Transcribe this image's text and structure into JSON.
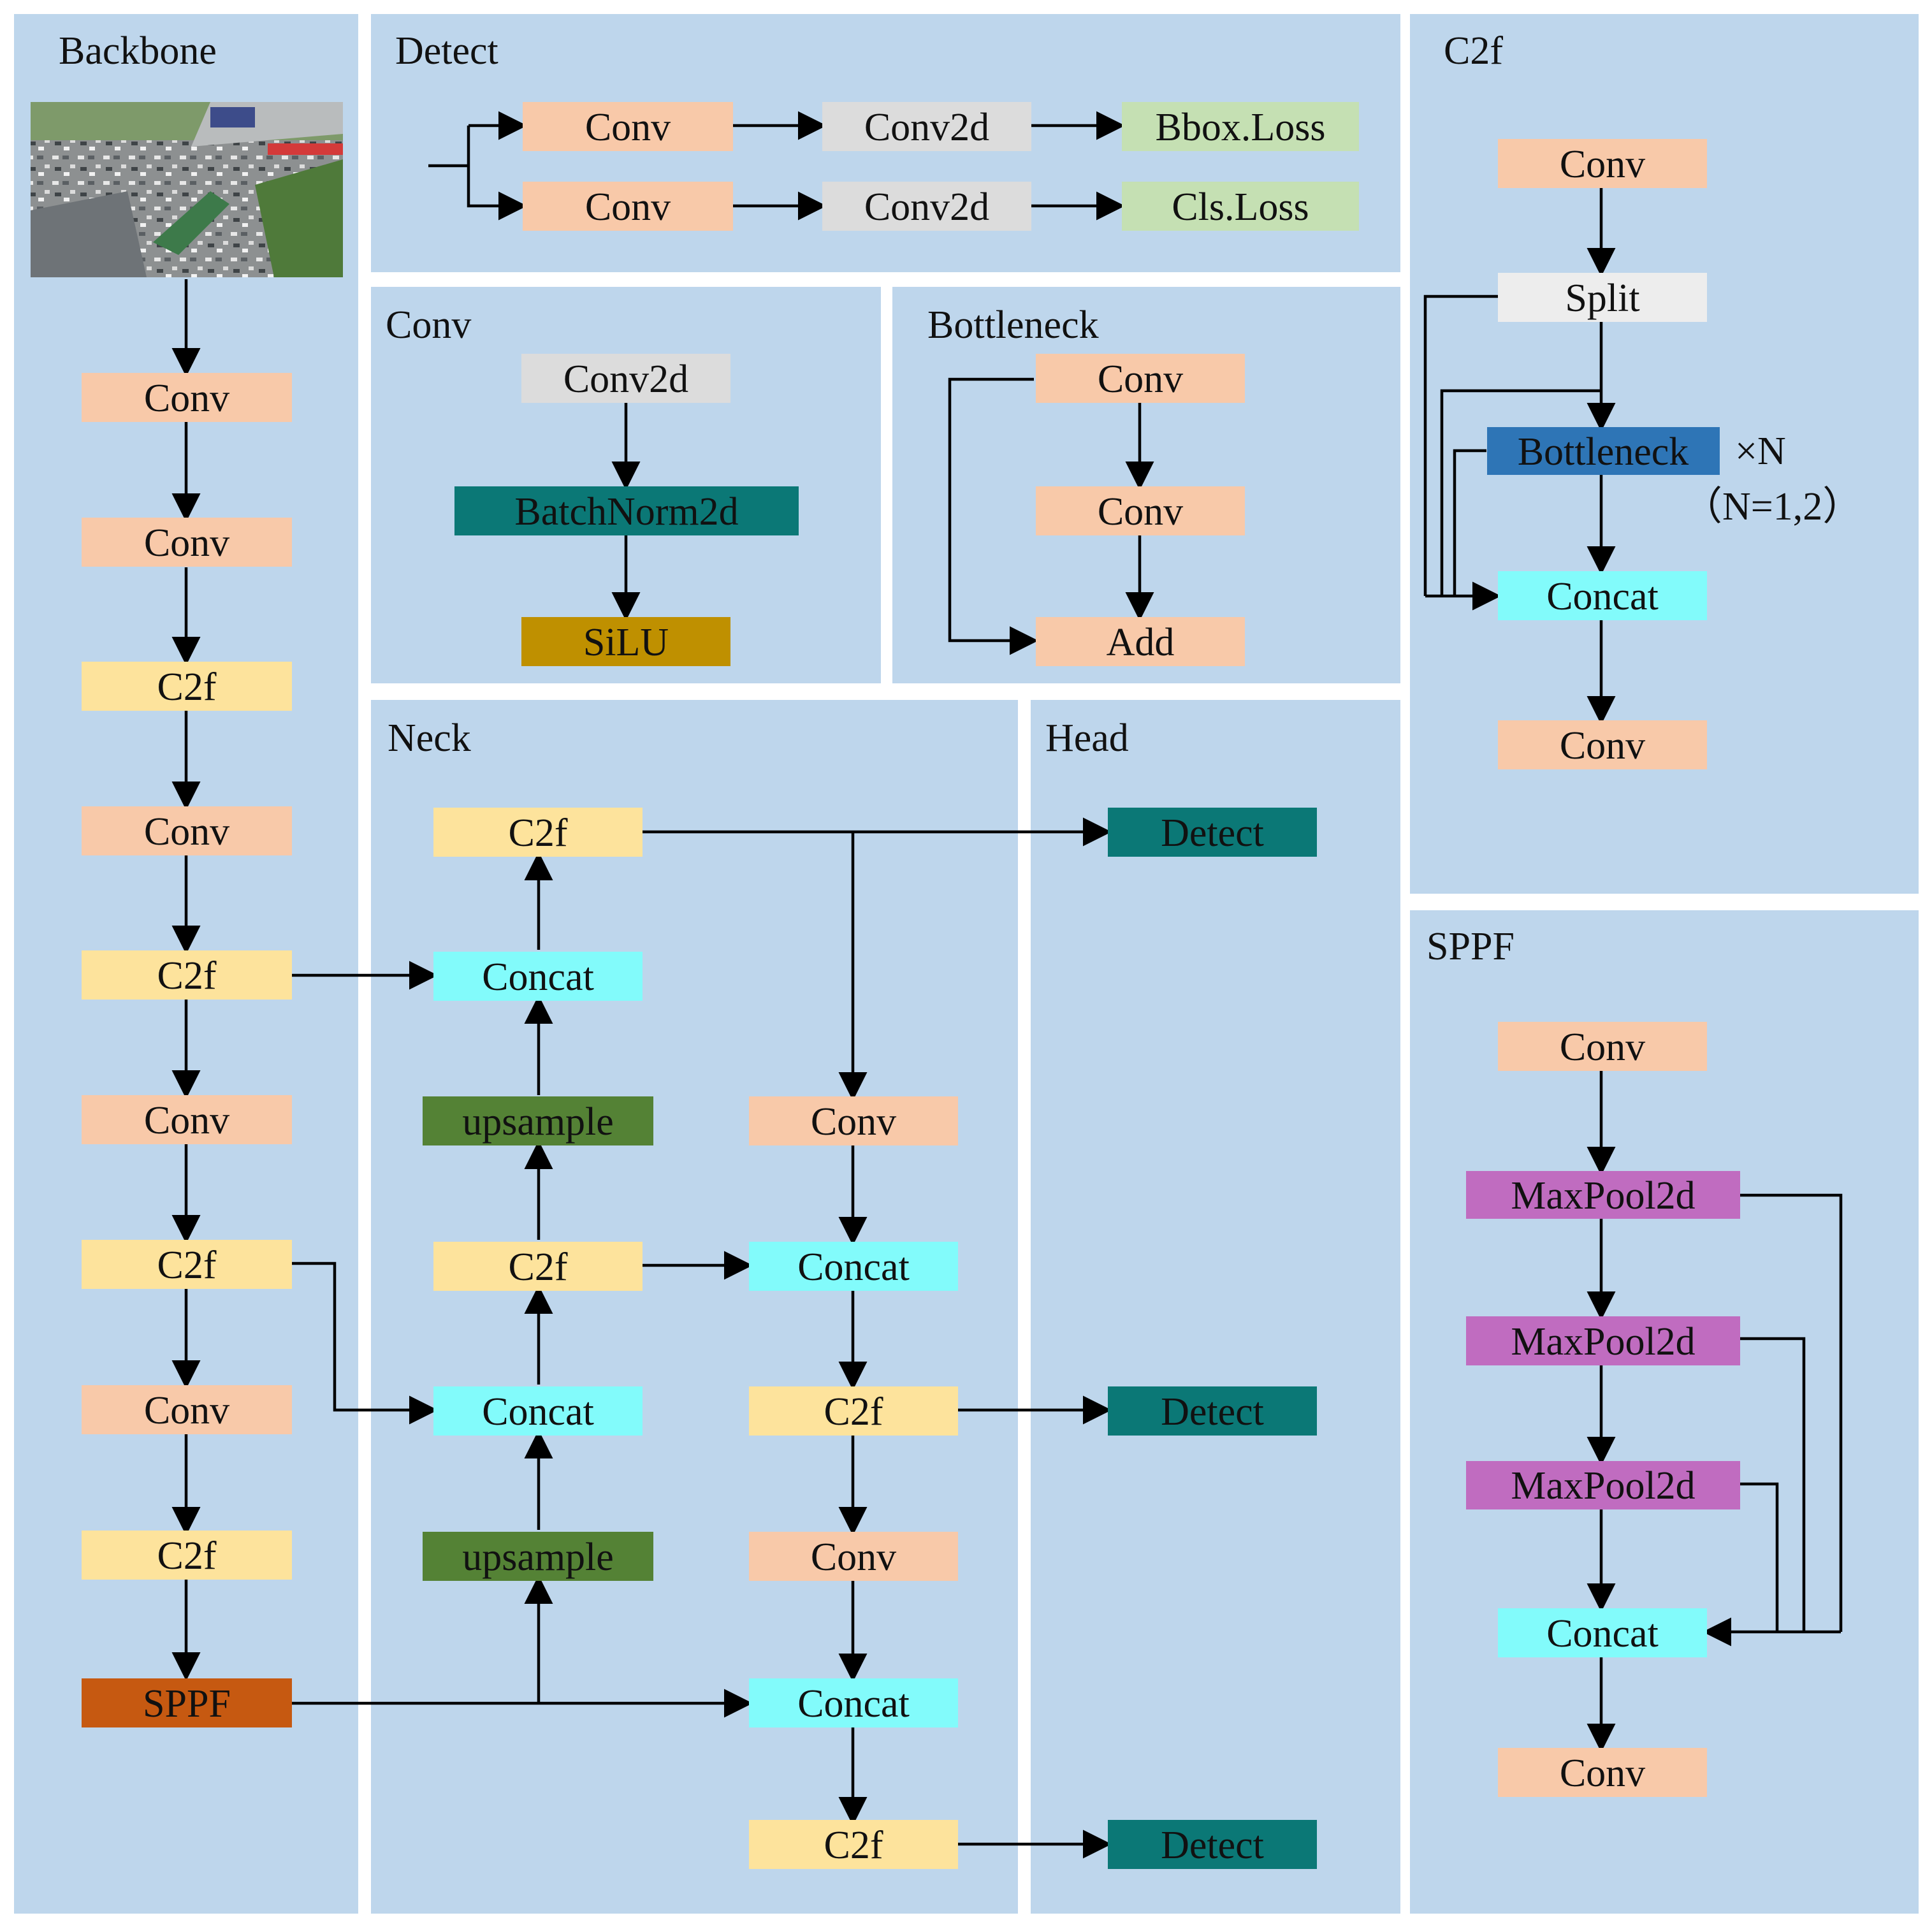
{
  "colors": {
    "conv": "#f8c9a9",
    "c2f": "#fde39c",
    "concat": "#82fbfb",
    "upsample": "#548235",
    "detect_block": "#0b7876",
    "sppf_block": "#c65911",
    "conv2d": "#dcdcdc",
    "loss": "#c5e0b3",
    "batchnorm": "#0b7876",
    "silu": "#bf9000",
    "split": "#ededed",
    "bottleneck": "#2e75b6",
    "maxpool": "#c06cc0",
    "panel": "#bed6ec"
  },
  "panels": {
    "backbone": "Backbone",
    "detect": "Detect",
    "c2f": "C2f",
    "conv": "Conv",
    "bottleneck": "Bottleneck",
    "neck": "Neck",
    "head": "Head",
    "sppf": "SPPF"
  },
  "backbone": {
    "input_image": "aerial-parking-lot-photo",
    "blocks": [
      "Conv",
      "Conv",
      "C2f",
      "Conv",
      "C2f",
      "Conv",
      "C2f",
      "Conv",
      "C2f",
      "SPPF"
    ]
  },
  "detect": {
    "row1": [
      "Conv",
      "Conv2d",
      "Bbox.Loss"
    ],
    "row2": [
      "Conv",
      "Conv2d",
      "Cls.Loss"
    ]
  },
  "conv_module": [
    "Conv2d",
    "BatchNorm2d",
    "SiLU"
  ],
  "bottleneck_module": [
    "Conv",
    "Conv",
    "Add"
  ],
  "c2f_module": {
    "blocks": [
      "Conv",
      "Split",
      "Bottleneck",
      "Concat",
      "Conv"
    ],
    "repeat": "×N",
    "repeat_note": "（N=1,2）"
  },
  "neck": {
    "top_c2f": "C2f",
    "concat_1": "Concat",
    "upsample_1": "upsample",
    "mid_c2f": "C2f",
    "concat_2": "Concat",
    "upsample_2": "upsample",
    "right_conv_1": "Conv",
    "right_concat_1": "Concat",
    "right_c2f_1": "C2f",
    "right_conv_2": "Conv",
    "right_concat_2": "Concat",
    "right_c2f_2": "C2f"
  },
  "head": [
    "Detect",
    "Detect",
    "Detect"
  ],
  "sppf_module": [
    "Conv",
    "MaxPool2d",
    "MaxPool2d",
    "MaxPool2d",
    "Concat",
    "Conv"
  ]
}
